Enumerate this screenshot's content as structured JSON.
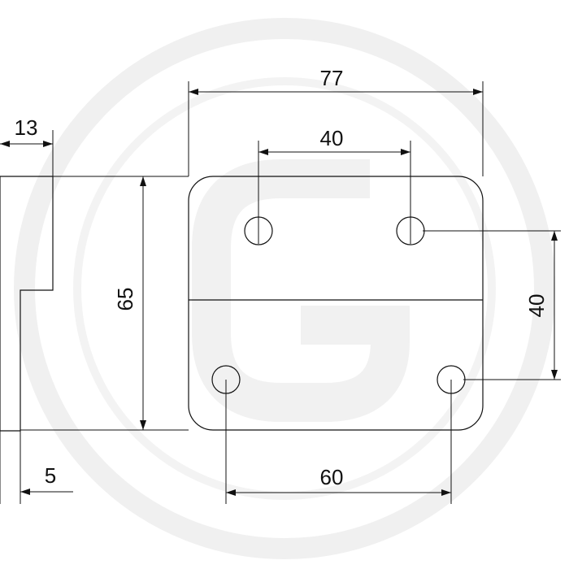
{
  "drawing": {
    "dimensions": {
      "side_width": "13",
      "side_offset": "5",
      "plate_height": "65",
      "plate_width": "77",
      "top_hole_spacing": "40",
      "bottom_hole_spacing": "60",
      "vertical_hole_spacing": "40"
    },
    "colors": {
      "outline": "#111111",
      "plate_fill_top": "#cfe6f2",
      "plate_fill_bottom": "#ffffff",
      "watermark": "#ececec"
    }
  }
}
